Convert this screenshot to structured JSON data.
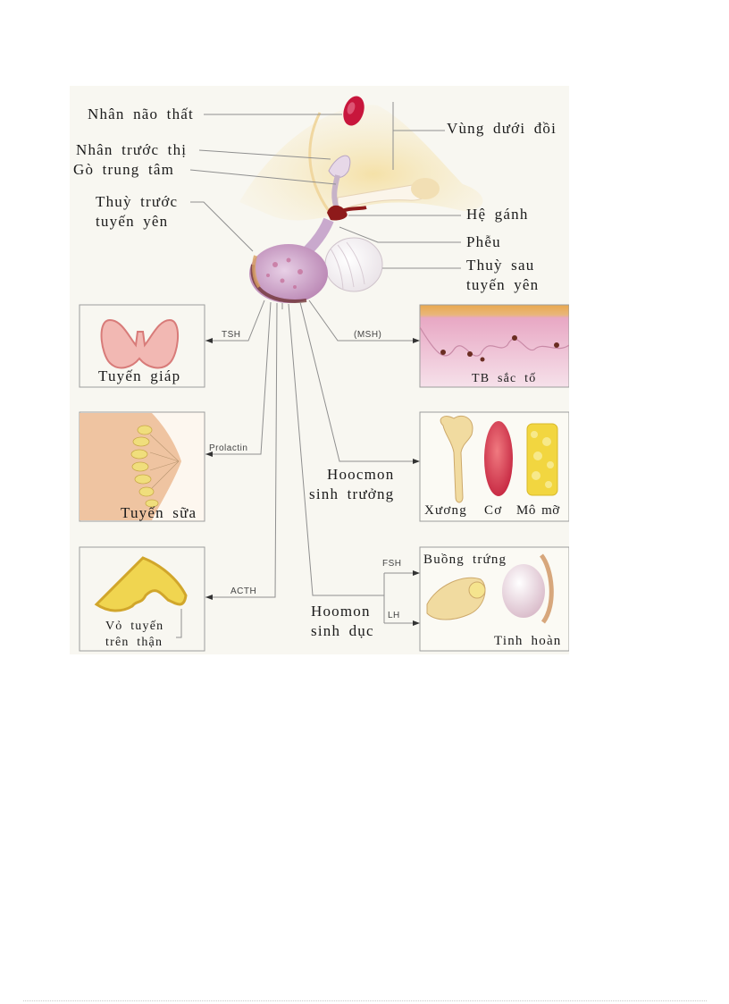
{
  "figure": {
    "title_region": "Vùng dưới đồi",
    "hypothalamus_labels": {
      "paraventricular": "Nhân não thất",
      "supraoptic": "Nhân trước thị",
      "median_eminence": "Gò trung tâm",
      "anterior_lobe_line1": "Thuỳ trước",
      "anterior_lobe_line2": "tuyến yên",
      "portal_system": "Hệ gánh",
      "infundibulum": "Phễu",
      "posterior_lobe_line1": "Thuỳ sau",
      "posterior_lobe_line2": "tuyến yên"
    },
    "hormones": {
      "tsh": "TSH",
      "msh": "(MSH)",
      "prolactin": "Prolactin",
      "gh_line1": "Hoocmon",
      "gh_line2": "sinh trưởng",
      "acth": "ACTH",
      "gonadotropin_line1": "Hoomon",
      "gonadotropin_line2": "sinh dục",
      "fsh": "FSH",
      "lh": "LH"
    },
    "targets": {
      "thyroid": "Tuyến giáp",
      "melanocytes": "TB sắc tố",
      "mammary": "Tuyến sữa",
      "bone": "Xương",
      "muscle": "Cơ",
      "fat": "Mô mỡ",
      "adrenal_line1": "Vỏ tuyến",
      "adrenal_line2": "trên thận",
      "ovary": "Buồng trứng",
      "testis": "Tinh hoàn"
    },
    "colors": {
      "background": "#f8f7f1",
      "line": "#8f8f8f",
      "hypothalamus": "#f3dca0",
      "nucleus": "#c8163c",
      "pituitary": "#d9b8d6",
      "portal": "#8e1a1a",
      "skin": "#f0c8d8",
      "bone": "#f1dba0",
      "muscle": "#d9475a",
      "fat": "#f2d640"
    }
  }
}
